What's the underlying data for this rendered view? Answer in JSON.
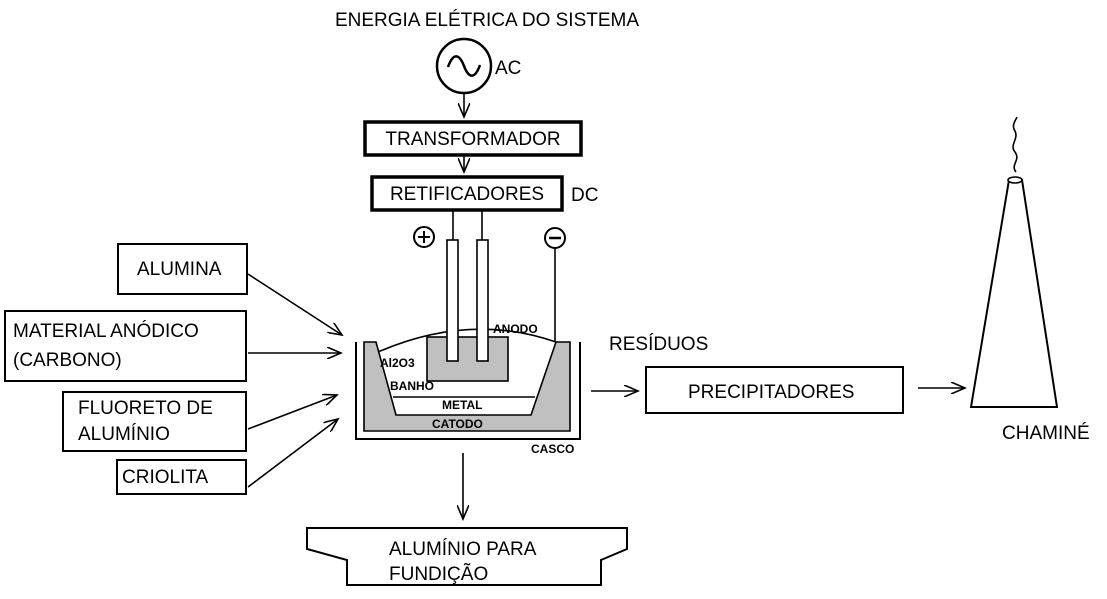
{
  "power": {
    "title": "ENERGIA ELÉTRICA DO SISTEMA",
    "ac": "AC",
    "transformer": "TRANSFORMADOR",
    "rectifiers": "RETIFICADORES",
    "dc": "DC",
    "plus": "+",
    "minus": "−"
  },
  "inputs": {
    "alumina": "ALUMINA",
    "anode_material_1": "MATERIAL ANÓDICO",
    "anode_material_2": "(CARBONO)",
    "fluoride_1": "FLUORETO DE",
    "fluoride_2": "ALUMÍNIO",
    "cryolite": "CRIOLITA"
  },
  "cell": {
    "anode": "ANODO",
    "al2o3": "Al2O3",
    "bath": "BANHO",
    "metal": "METAL",
    "cathode": "CATODO",
    "shell": "CASCO"
  },
  "outputs": {
    "residues": "RESÍDUOS",
    "precipitators": "PRECIPITADORES",
    "chimney": "CHAMINÉ",
    "aluminium_1": "ALUMÍNIO PARA",
    "aluminium_2": "FUNDIÇÃO"
  },
  "colors": {
    "line": "#000000",
    "fill_gray": "#c0c0c0",
    "background": "#ffffff"
  }
}
